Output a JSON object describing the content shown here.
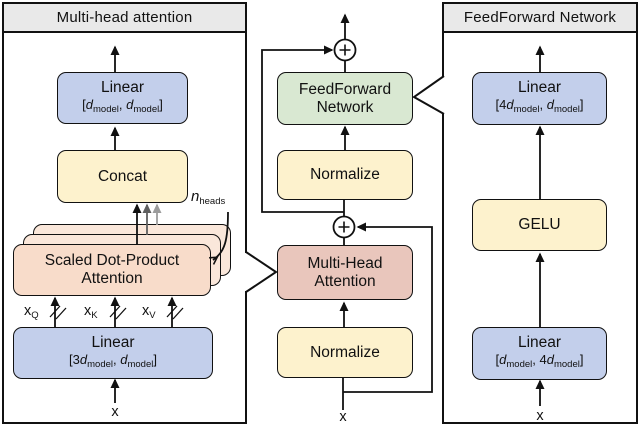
{
  "colors": {
    "line": "#111111",
    "panel_header": "#e9e9e9",
    "panel_bg": "#ffffff",
    "blue": "#c3cfeb",
    "yellow": "#fdf2cd",
    "green": "#d9e8d2",
    "pink": "#e9c6bc",
    "peach": "#f8dcca",
    "peach_light": "#fae7da",
    "head_arrow_mid": "#5f5f5f",
    "head_arrow_back": "#9c9c9c"
  },
  "left_panel": {
    "title": "Multi-head attention",
    "linear_out": {
      "label": "Linear",
      "dims": {
        "open": "[",
        "a_coef": "",
        "a_var": "d",
        "a_sub": "model",
        "sep": ", ",
        "b_coef": "",
        "b_var": "d",
        "b_sub": "model",
        "close": "]"
      }
    },
    "concat": {
      "label": "Concat"
    },
    "attention_stack": {
      "line1": "Scaled Dot-Product",
      "line2": "Attention"
    },
    "n_heads": {
      "base": "n",
      "sub": "heads"
    },
    "input_q": {
      "base": "x",
      "sub": "Q"
    },
    "input_k": {
      "base": "x",
      "sub": "K"
    },
    "input_v": {
      "base": "x",
      "sub": "V"
    },
    "linear_in": {
      "label": "Linear",
      "dims": {
        "open": "[",
        "a_coef": "3",
        "a_var": "d",
        "a_sub": "model",
        "sep": ", ",
        "b_coef": "",
        "b_var": "d",
        "b_sub": "model",
        "close": "]"
      }
    },
    "input": "x"
  },
  "middle": {
    "ffn": {
      "line1": "FeedForward",
      "line2": "Network"
    },
    "normalize_top": {
      "label": "Normalize"
    },
    "mha": {
      "line1": "Multi-Head",
      "line2": "Attention"
    },
    "normalize_bottom": {
      "label": "Normalize"
    },
    "input": "x"
  },
  "right_panel": {
    "title": "FeedForward Network",
    "linear_out": {
      "label": "Linear",
      "dims": {
        "open": "[",
        "a_coef": "4",
        "a_var": "d",
        "a_sub": "model",
        "sep": ", ",
        "b_coef": "",
        "b_var": "d",
        "b_sub": "model",
        "close": "]"
      }
    },
    "gelu": {
      "label": "GELU"
    },
    "linear_in": {
      "label": "Linear",
      "dims": {
        "open": "[",
        "a_coef": "",
        "a_var": "d",
        "a_sub": "model",
        "sep": ", ",
        "b_coef": "4",
        "b_var": "d",
        "b_sub": "model",
        "close": "]"
      }
    },
    "input": "x"
  }
}
